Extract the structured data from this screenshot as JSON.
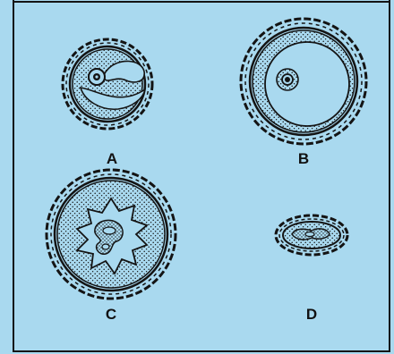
{
  "panels": [
    {
      "id": "A",
      "label": "A"
    },
    {
      "id": "B",
      "label": "B"
    },
    {
      "id": "C",
      "label": "C"
    },
    {
      "id": "D",
      "label": "D"
    }
  ],
  "colors": {
    "background": "#a9d9ef",
    "ink": "#141414",
    "fill": "#a9d9ef"
  }
}
